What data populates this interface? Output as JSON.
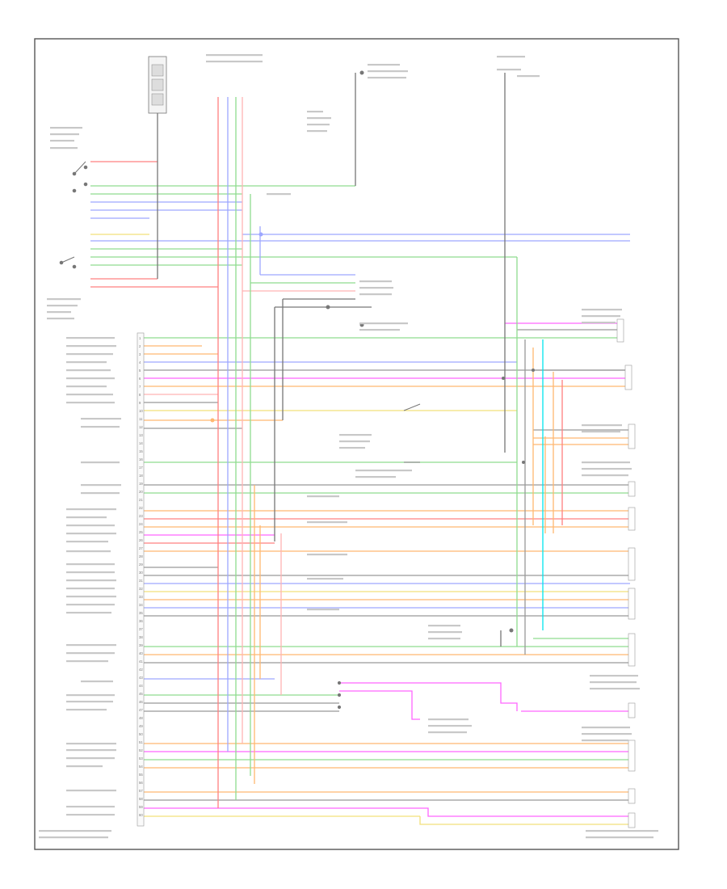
{
  "diagram": {
    "pcm_pins": [
      "1",
      "2",
      "3",
      "4",
      "5",
      "6",
      "7",
      "8",
      "9",
      "10",
      "11",
      "12",
      "13",
      "14",
      "15",
      "16",
      "17",
      "18",
      "19",
      "20",
      "21",
      "22",
      "23",
      "24",
      "25",
      "26",
      "27",
      "28",
      "29",
      "30",
      "31",
      "32",
      "33",
      "34",
      "35",
      "36",
      "37",
      "38",
      "39",
      "40",
      "41",
      "42",
      "43",
      "44",
      "45",
      "46",
      "47",
      "48",
      "49",
      "50",
      "51",
      "52",
      "53",
      "54",
      "55",
      "56",
      "57",
      "58",
      "59",
      "60"
    ]
  }
}
